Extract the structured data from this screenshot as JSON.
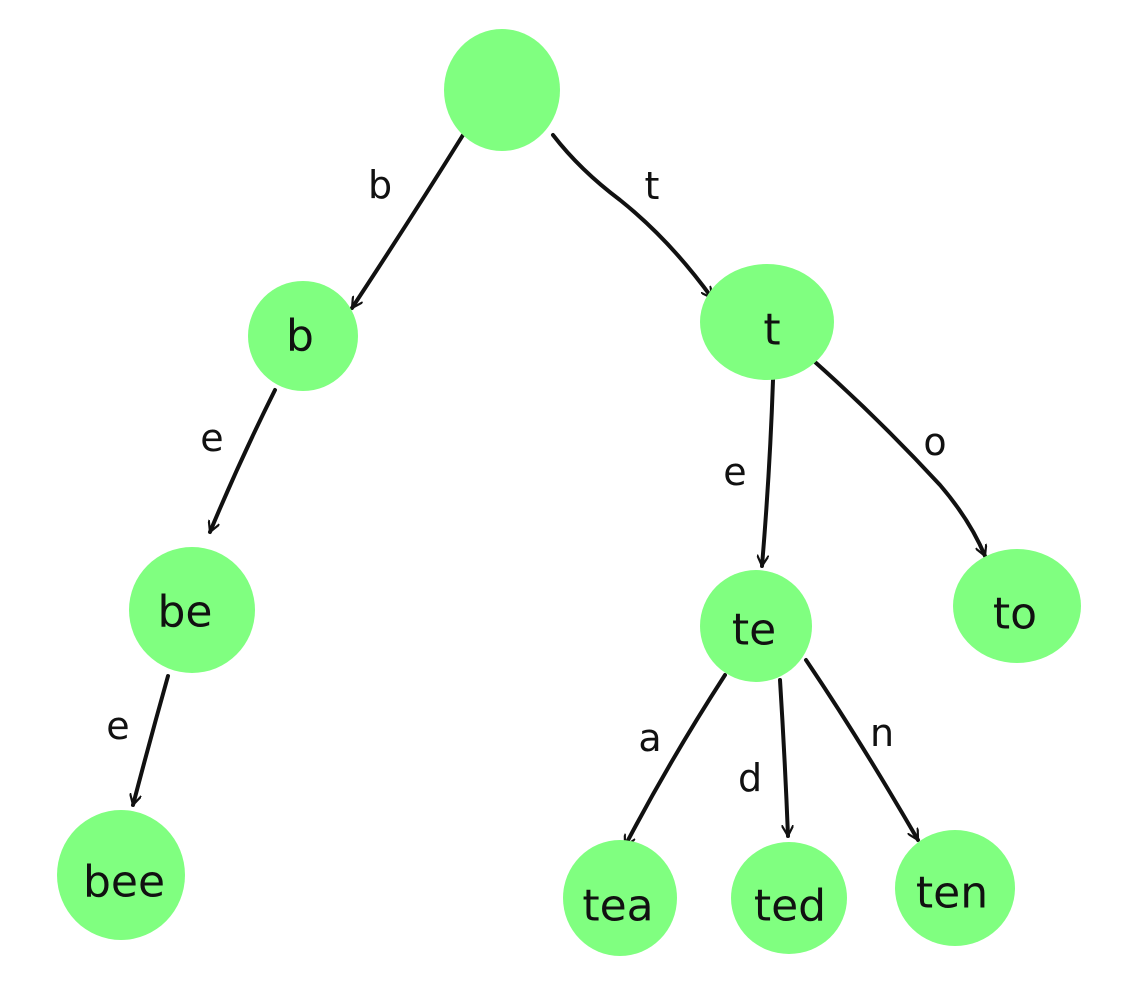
{
  "colors": {
    "node_fill": "#80ff80",
    "edge_stroke": "#111111",
    "text": "#111111"
  },
  "nodes": [
    {
      "id": "root",
      "label": ""
    },
    {
      "id": "b",
      "label": "b"
    },
    {
      "id": "t",
      "label": "t"
    },
    {
      "id": "be",
      "label": "be"
    },
    {
      "id": "bee",
      "label": "bee"
    },
    {
      "id": "te",
      "label": "te"
    },
    {
      "id": "to",
      "label": "to"
    },
    {
      "id": "tea",
      "label": "tea"
    },
    {
      "id": "ted",
      "label": "ted"
    },
    {
      "id": "ten",
      "label": "ten"
    }
  ],
  "edges": [
    {
      "from": "root",
      "to": "b",
      "label": "b"
    },
    {
      "from": "root",
      "to": "t",
      "label": "t"
    },
    {
      "from": "b",
      "to": "be",
      "label": "e"
    },
    {
      "from": "be",
      "to": "bee",
      "label": "e"
    },
    {
      "from": "t",
      "to": "te",
      "label": "e"
    },
    {
      "from": "t",
      "to": "to",
      "label": "o"
    },
    {
      "from": "te",
      "to": "tea",
      "label": "a"
    },
    {
      "from": "te",
      "to": "ted",
      "label": "d"
    },
    {
      "from": "te",
      "to": "ten",
      "label": "n"
    }
  ]
}
